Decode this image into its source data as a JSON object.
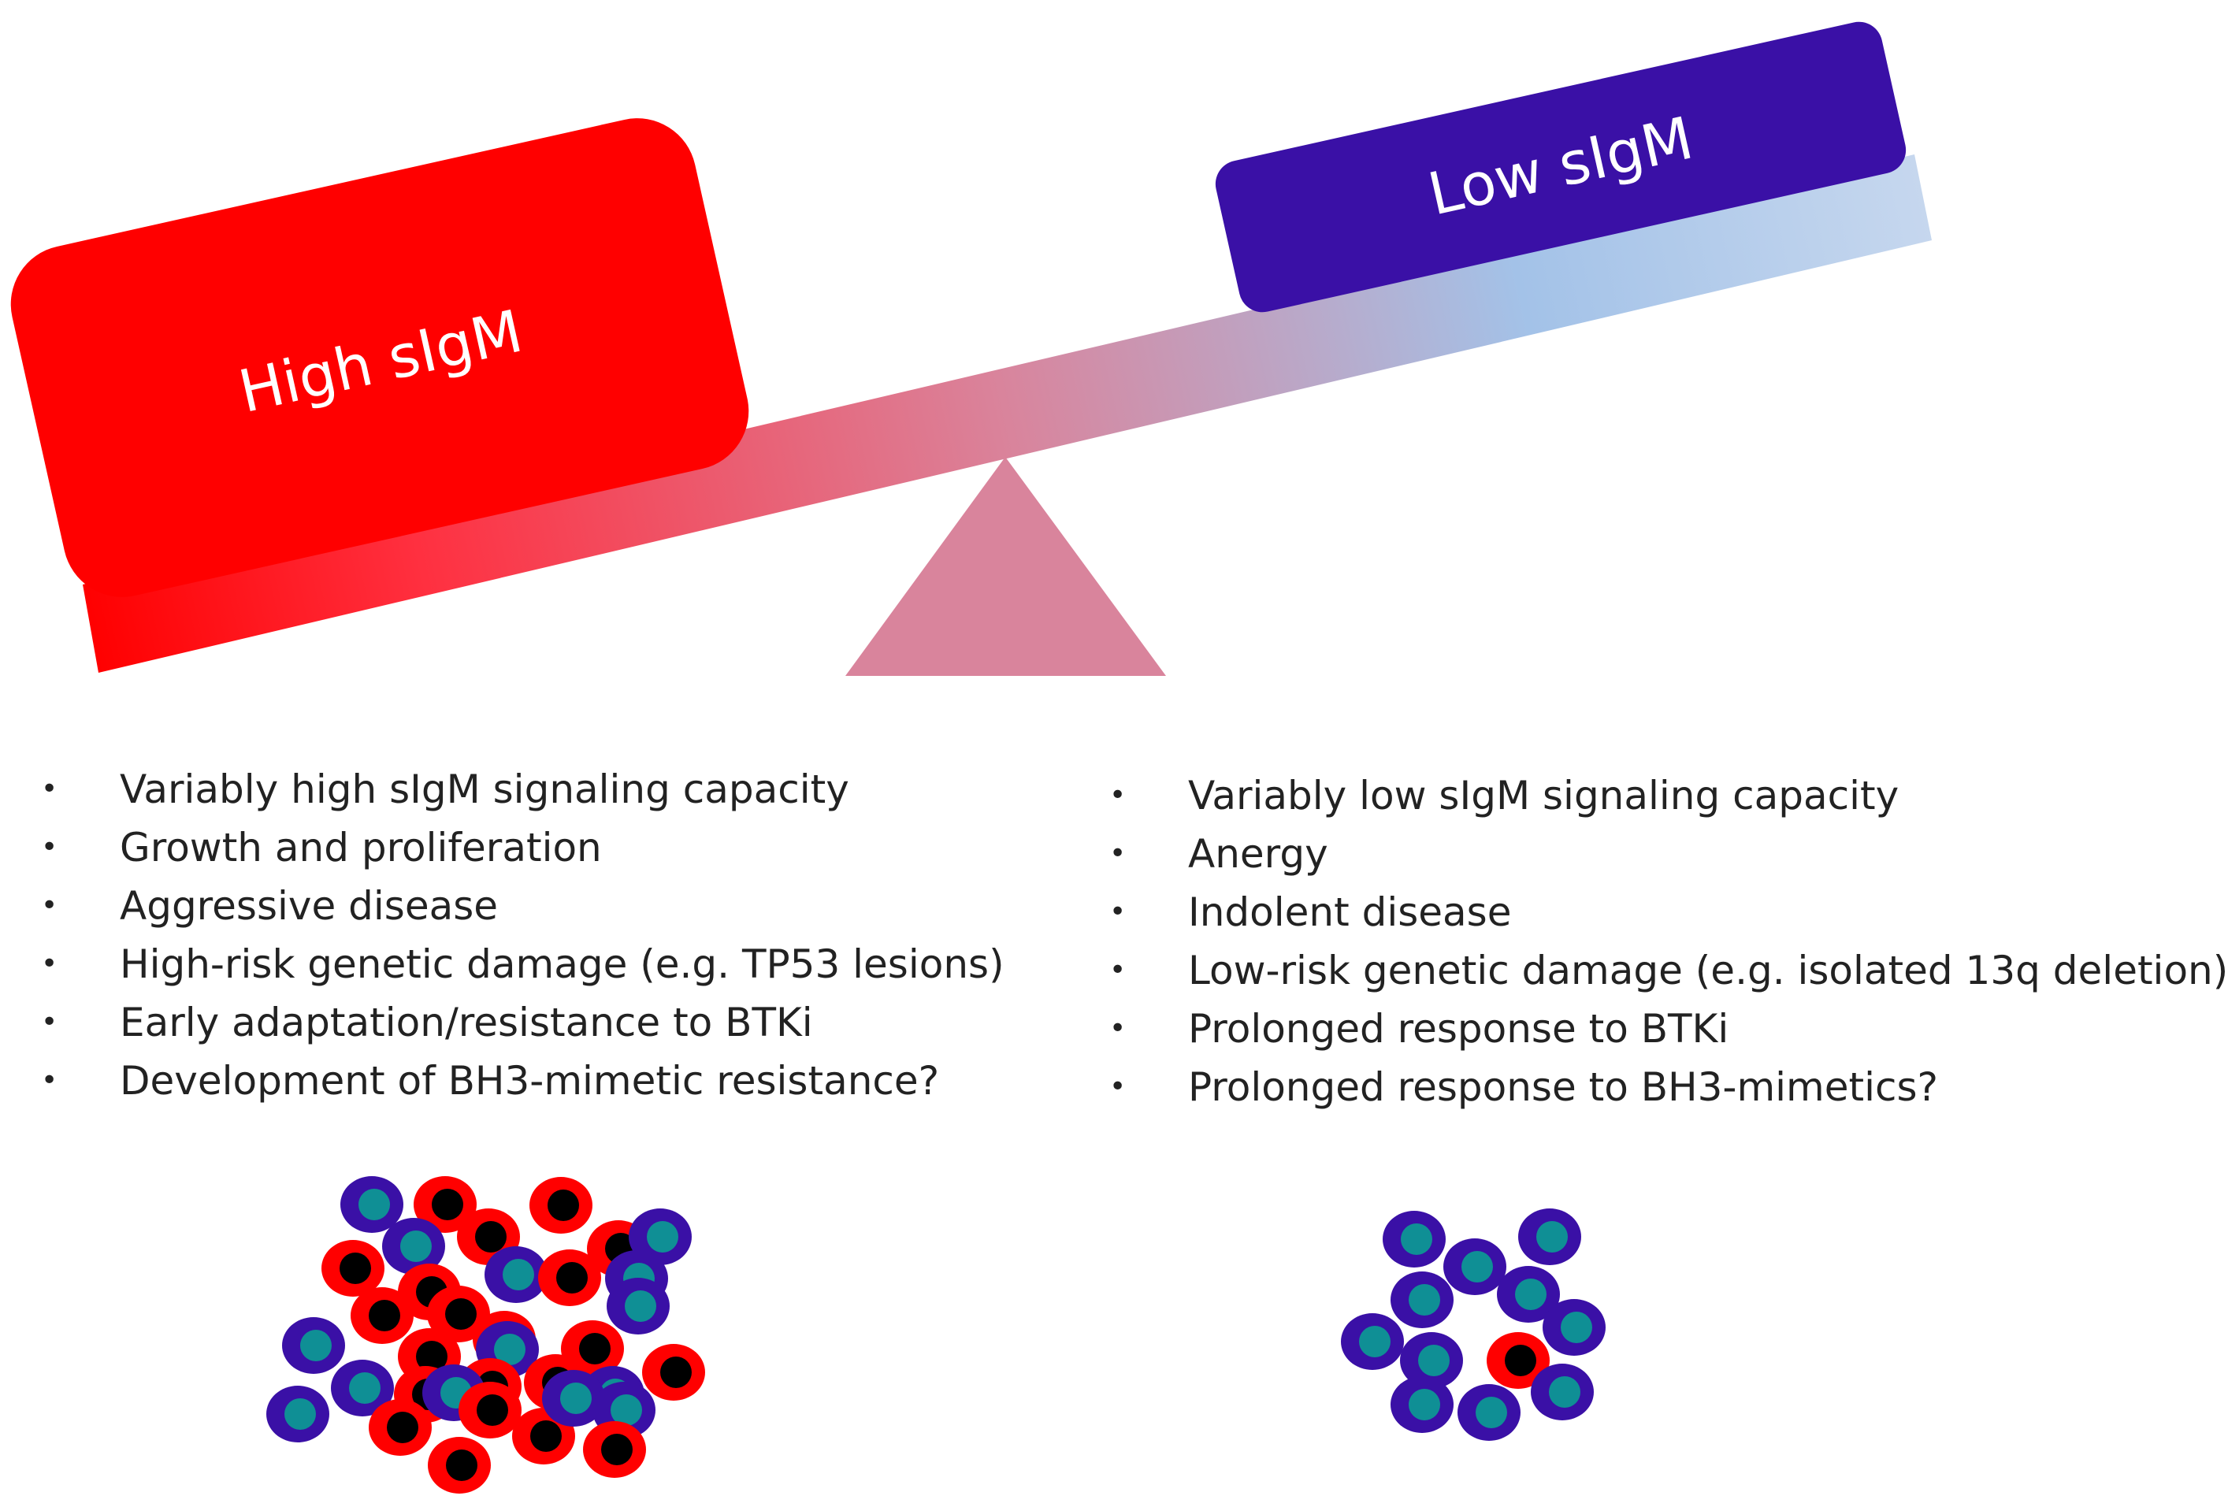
{
  "seesaw": {
    "high_label": "High sIgM",
    "low_label": "Low sIgM",
    "colors": {
      "high_box": "#ff0000",
      "low_box": "#3a10a6",
      "beam_left": "#ff0000",
      "beam_mid": "#da839a",
      "beam_right": "#a3c2e8",
      "fulcrum": "#d9849c"
    }
  },
  "left_list": {
    "items": [
      "Variably high sIgM signaling capacity",
      "Growth and proliferation",
      "Aggressive disease",
      "High-risk genetic damage (e.g. TP53 lesions)",
      "Early adaptation/resistance to BTKi",
      "Development of BH3-mimetic resistance?"
    ]
  },
  "right_list": {
    "items": [
      "Variably low sIgM signaling capacity",
      "Anergy",
      "Indolent disease",
      "Low-risk genetic damage (e.g. isolated 13q deletion)",
      "Prolonged response to BTKi",
      "Prolonged response to BH3-mimetics?"
    ]
  },
  "cells": {
    "high_cell_colors": {
      "outer": "#ff0000",
      "inner": "#000000"
    },
    "low_cell_colors": {
      "outer": "#3a10a6",
      "inner": "#0f8f95"
    }
  }
}
